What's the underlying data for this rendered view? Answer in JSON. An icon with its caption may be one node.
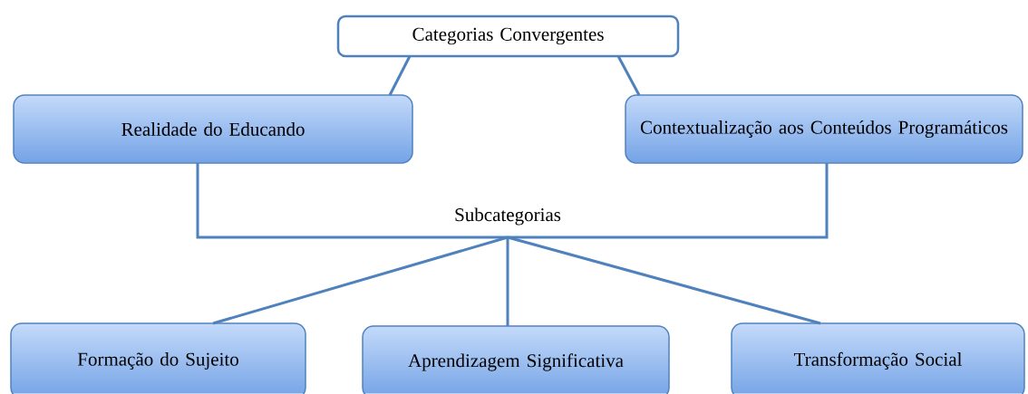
{
  "diagram": {
    "nodes": [
      {
        "text": [
          "Categorias Convergentes"
        ]
      },
      {
        "text": [
          "Realidade do Educando"
        ]
      },
      {
        "text": [
          "Contextualização aos Conteúdos Programáticos"
        ]
      },
      {
        "text": [
          "Subcategorias"
        ]
      },
      {
        "text": [
          "Formação do Sujeito"
        ]
      },
      {
        "text": [
          "Aprendizagem Significativa"
        ]
      },
      {
        "text": [
          "Transformação Social"
        ]
      }
    ],
    "edges": [
      {
        "from": 0,
        "to": 1,
        "arrow": "none"
      },
      {
        "from": 0,
        "to": 2,
        "arrow": "none"
      },
      {
        "from": 1,
        "to": 3,
        "arrow": "none"
      },
      {
        "from": 2,
        "to": 3,
        "arrow": "none"
      },
      {
        "from": 3,
        "to": 4,
        "arrow": "none"
      },
      {
        "from": 3,
        "to": 5,
        "arrow": "none"
      },
      {
        "from": 3,
        "to": 6,
        "arrow": "none"
      }
    ]
  }
}
